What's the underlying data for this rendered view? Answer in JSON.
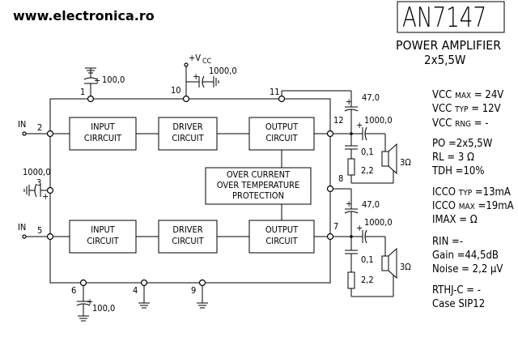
{
  "header": {
    "site": "www.electronica.ro",
    "part_number": "AN7147",
    "device_type": "POWER AMPLIFIER",
    "config": "2x5,5W"
  },
  "blocks": {
    "input_1": [
      "INPUT",
      "CIRRCUIT"
    ],
    "driver_1": [
      "DRIVER",
      "CIRCUIT"
    ],
    "output_1": [
      "OUTPUT",
      "CIRCUIT"
    ],
    "protection": [
      "OVER CURRENT",
      "OVER TEMPERATURE",
      "PROTECTION"
    ],
    "input_2": [
      "INPUT",
      "CIRCUIT"
    ],
    "driver_2": [
      "DRIVER",
      "CIRCUIT"
    ],
    "output_2": [
      "OUTPUT",
      "CIRCUIT"
    ]
  },
  "pins": {
    "p1": "1",
    "p10": "10",
    "p11": "11",
    "p2": "2",
    "p12": "12",
    "p3": "3",
    "p8": "8",
    "p5": "5",
    "p7": "7",
    "p6": "6",
    "p4": "4",
    "p9": "9"
  },
  "labels": {
    "in_1": "IN",
    "in_2": "IN",
    "vcc": "+V",
    "vcc_sub": "CC"
  },
  "components": {
    "c_pin1": "100,0",
    "c_pin10": "1000,0",
    "c_pin3": "1000,0",
    "c_pin6": "100,0",
    "c_boot_top": "47,0",
    "c_out_top": "1000,0",
    "c_zob_top": "0,1",
    "r_zob_top": "2,2",
    "spk_top": "3Ω",
    "c_boot_bot": "47,0",
    "c_out_bot": "1000,0",
    "c_zob_bot": "0,1",
    "r_zob_bot": "2,2",
    "spk_bot": "3Ω"
  },
  "specs": {
    "vcc_max": [
      "VCC",
      "MAX",
      "= 24V"
    ],
    "vcc_typ": [
      "VCC",
      "TYP",
      "= 12V"
    ],
    "vcc_rng": [
      "VCC",
      "RNG",
      "= -"
    ],
    "po": [
      "PO",
      "",
      "=2x5,5W"
    ],
    "rl": [
      "RL",
      "",
      "= 3 Ω"
    ],
    "tdh": [
      "TDH",
      "",
      "=10%"
    ],
    "icco_typ": [
      "ICCO",
      "TYP",
      "=13mA"
    ],
    "icco_max": [
      "ICCO",
      "MAX",
      "=19mA"
    ],
    "imax": [
      "IMAX",
      "",
      "=  Ω"
    ],
    "rin": [
      "RIN",
      "",
      "=-"
    ],
    "gain": [
      "Gain",
      "",
      "=44,5dB"
    ],
    "noise": [
      "Noise",
      "",
      "= 2,2 µV"
    ],
    "rthj": [
      "RTHJ-C",
      "",
      "= -"
    ],
    "case": [
      "Case",
      "",
      "SIP12"
    ]
  }
}
